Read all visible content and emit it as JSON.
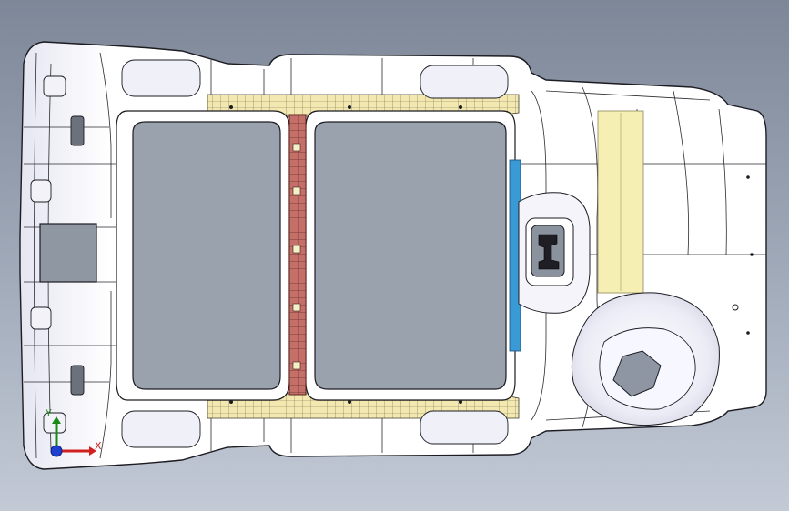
{
  "viewport": {
    "background_top": "#7d8798",
    "background_bottom": "#c3cad6"
  },
  "colors": {
    "panel_fill": "#ffffff",
    "edge": "#1c1c22",
    "shade": "#dcdce8",
    "opening": "#9aa2ad",
    "yellow_patch": "#f6efb4",
    "grid_patch": "#eee3a8",
    "center_bar": "#c0706a",
    "blue_strip": "#3a9ad6"
  },
  "model": {
    "part": "roof-headliner",
    "icons": [
      "triad-icon"
    ]
  },
  "triad": {
    "x_label": "X",
    "y_label": "Y",
    "x_color": "#d02020",
    "y_color": "#1a8a1a",
    "z_color": "#1f3fd0"
  }
}
